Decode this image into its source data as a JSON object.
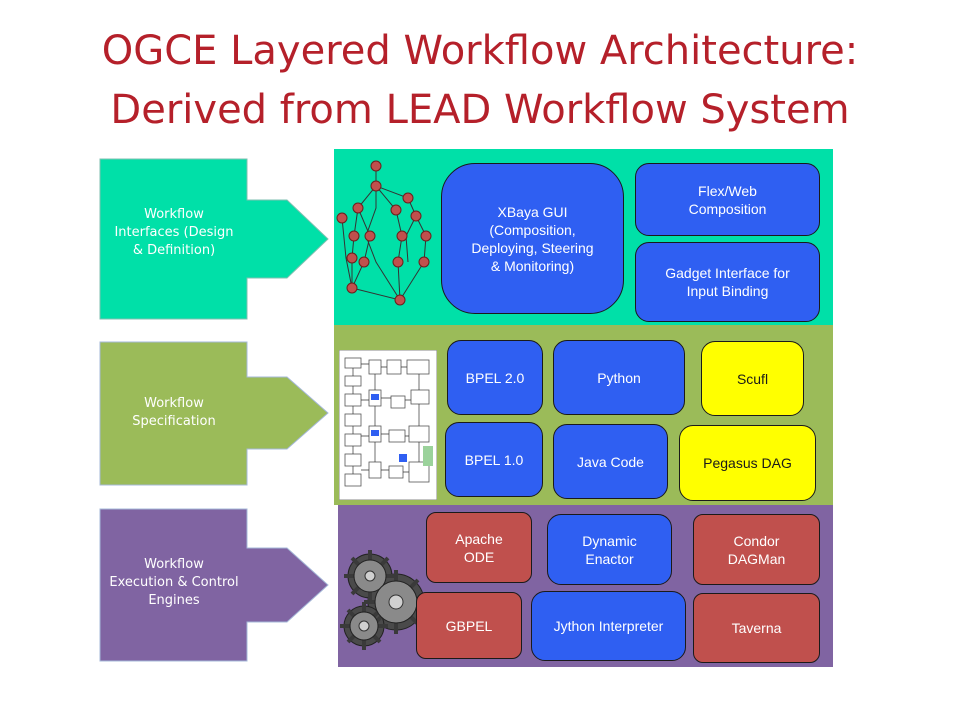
{
  "title": {
    "line1": "OGCE  Layered Workflow Architecture:",
    "line2": "Derived from LEAD Workflow System"
  },
  "colors": {
    "title": "#b5202a",
    "interfaces_layer": "#00e0a8",
    "specification_layer": "#9bbb59",
    "execution_layer": "#8064a2",
    "blue_box": "#2f5ff2",
    "yellow_box": "#ffff00",
    "red_box": "#c0504d"
  },
  "layers": {
    "interfaces": {
      "label_line1": "Workflow",
      "label_line2": "Interfaces (Design",
      "label_line3": "& Definition)",
      "boxes": {
        "xbaya_line1": "XBaya GUI",
        "xbaya_line2": "(Composition,",
        "xbaya_line3": "Deploying, Steering",
        "xbaya_line4": "& Monitoring)",
        "flex_line1": "Flex/Web",
        "flex_line2": "Composition",
        "gadget_line1": "Gadget Interface for",
        "gadget_line2": "Input Binding"
      },
      "image_icon": "workflow-graph-icon"
    },
    "specification": {
      "label_line1": "Workflow",
      "label_line2": "Specification",
      "boxes": {
        "bpel20": "BPEL 2.0",
        "python": "Python",
        "scufl": "Scufl",
        "bpel10": "BPEL 1.0",
        "java": "Java Code",
        "pegasus": "Pegasus DAG"
      },
      "image_icon": "workflow-diagram-thumbnail-icon"
    },
    "execution": {
      "label_line1": "Workflow",
      "label_line2": "Execution & Control",
      "label_line3": "Engines",
      "boxes": {
        "ode_line1": "Apache",
        "ode_line2": "ODE",
        "dynamic_line1": "Dynamic",
        "dynamic_line2": "Enactor",
        "condor_line1": "Condor",
        "condor_line2": "DAGMan",
        "gbpel": "GBPEL",
        "jython": "Jython Interpreter",
        "taverna": "Taverna"
      },
      "image_icon": "gears-icon"
    }
  }
}
